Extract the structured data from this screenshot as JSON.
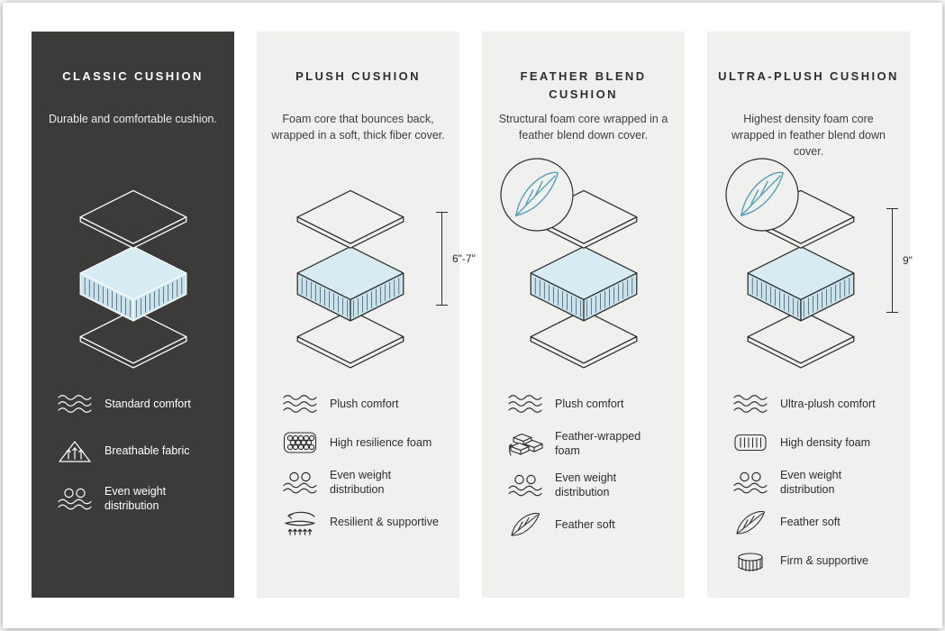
{
  "colors": {
    "dark_panel": "#3b3b3a",
    "light_panel": "#f0f0ee",
    "cushion_blue_top": "#d7ebf2",
    "cushion_blue_side": "#c9e4ee",
    "feather_teal": "#4f9fb6",
    "line_dark": "#2e2e2d",
    "line_light": "#ffffff"
  },
  "panels": [
    {
      "title": "CLASSIC CUSHION",
      "description": "Durable and comfortable cushion.",
      "features": [
        {
          "icon": "waves-icon",
          "label": "Standard comfort"
        },
        {
          "icon": "breathable-icon",
          "label": "Breathable fabric"
        },
        {
          "icon": "weight-distribution-icon",
          "label": "Even weight distribution"
        }
      ]
    },
    {
      "title": "PLUSH CUSHION",
      "description": "Foam core that bounces back, wrapped in a soft, thick fiber cover.",
      "measurement": "6\"-7\"",
      "features": [
        {
          "icon": "waves-icon",
          "label": "Plush comfort"
        },
        {
          "icon": "foam-bubbles-icon",
          "label": "High resilience foam"
        },
        {
          "icon": "weight-distribution-icon",
          "label": "Even weight distribution"
        },
        {
          "icon": "spring-bounce-icon",
          "label": "Resilient & supportive"
        }
      ]
    },
    {
      "title": "FEATHER BLEND CUSHION",
      "description": "Structural foam core wrapped in a feather blend down cover.",
      "features": [
        {
          "icon": "waves-icon",
          "label": "Plush comfort"
        },
        {
          "icon": "feather-bricks-icon",
          "label": "Feather-wrapped foam"
        },
        {
          "icon": "weight-distribution-icon",
          "label": "Even weight distribution"
        },
        {
          "icon": "feather-icon",
          "label": "Feather soft"
        }
      ]
    },
    {
      "title": "ULTRA-PLUSH CUSHION",
      "description": "Highest density foam core wrapped in feather blend down cover.",
      "measurement": "9\"",
      "features": [
        {
          "icon": "waves-icon",
          "label": "Ultra-plush comfort"
        },
        {
          "icon": "density-stripes-icon",
          "label": "High density foam"
        },
        {
          "icon": "weight-distribution-icon",
          "label": "Even weight distribution"
        },
        {
          "icon": "feather-icon",
          "label": "Feather soft"
        },
        {
          "icon": "firm-support-icon",
          "label": "Firm & supportive"
        }
      ]
    }
  ]
}
